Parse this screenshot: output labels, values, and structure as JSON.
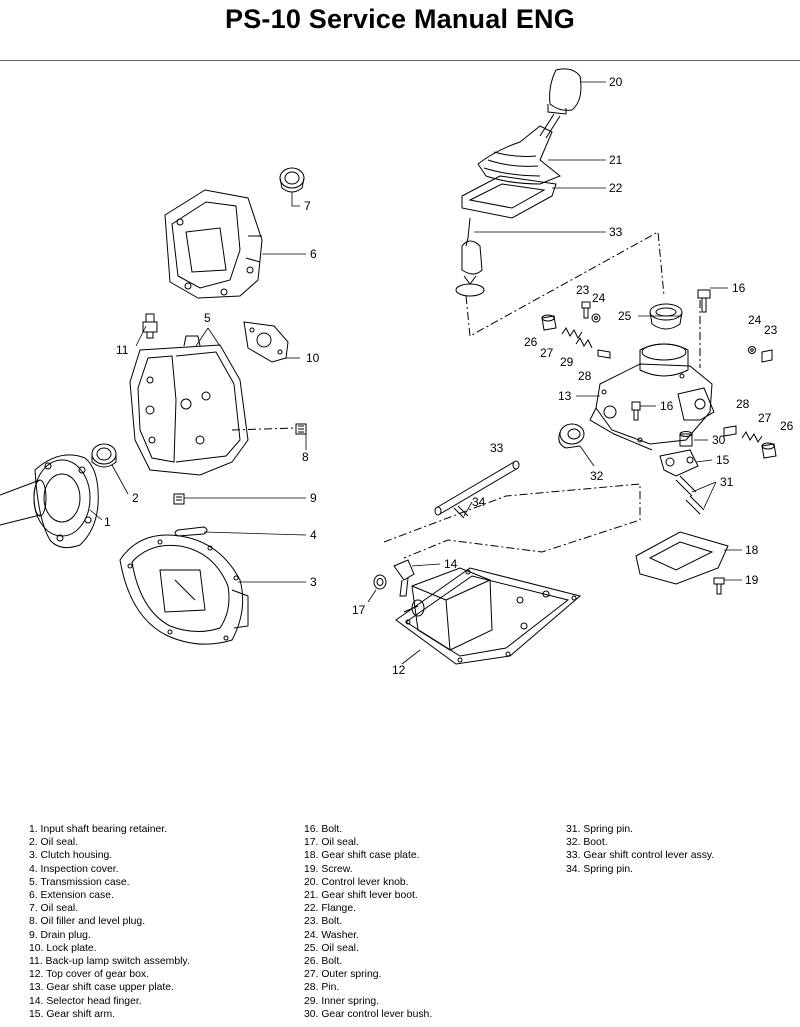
{
  "title": "PS-10 Service Manual ENG",
  "callouts": [
    "1",
    "2",
    "3",
    "4",
    "5",
    "6",
    "7",
    "8",
    "9",
    "10",
    "11",
    "12",
    "13",
    "14",
    "15",
    "16",
    "16",
    "17",
    "18",
    "19",
    "20",
    "21",
    "22",
    "23",
    "23",
    "24",
    "24",
    "25",
    "26",
    "26",
    "27",
    "27",
    "28",
    "28",
    "29",
    "30",
    "31",
    "32",
    "33",
    "33",
    "34"
  ],
  "legend": {
    "col1": [
      "1. Input shaft bearing retainer.",
      "2. Oil seal.",
      "3. Clutch housing.",
      "4. Inspection cover.",
      "5. Transmission case.",
      "6. Extension case.",
      "7. Oil seal.",
      "8. Oil filler and level plug.",
      "9. Drain plug.",
      "10. Lock plate.",
      "11. Back-up lamp switch assembly.",
      "12. Top cover of gear box.",
      "13. Gear shift case upper plate.",
      "14. Selector head finger.",
      "15. Gear shift arm."
    ],
    "col2": [
      "16. Bolt.",
      "17. Oil seal.",
      "18. Gear shift case plate.",
      "19. Screw.",
      "20. Control lever knob.",
      "21. Gear shift lever boot.",
      "22. Flange.",
      "23. Bolt.",
      "24. Washer.",
      "25. Oil seal.",
      "26. Bolt.",
      "27. Outer spring.",
      "28. Pin.",
      "29. Inner spring.",
      "30. Gear control lever bush."
    ],
    "col3": [
      "31. Spring pin.",
      "32. Boot.",
      "33. Gear shift control lever assy.",
      "34. Spring pin."
    ]
  }
}
